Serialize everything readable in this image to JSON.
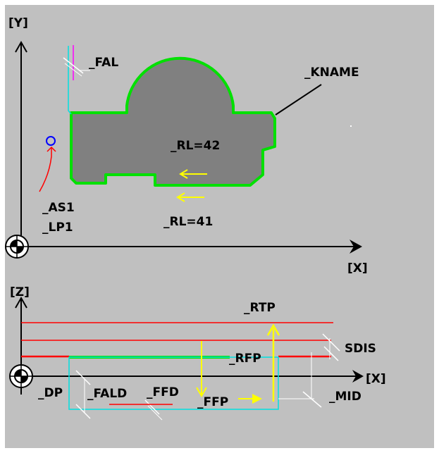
{
  "labels": {
    "y_axis": "[Y]",
    "x_axis_top": "[X]",
    "z_axis": "[Z]",
    "x_axis_bottom": "[X]",
    "fal": "_FAL",
    "kname": "_KNAME",
    "rl42": "_RL=42",
    "rl41": "_RL=41",
    "as1": "_AS1",
    "lp1": "_LP1",
    "rtp": "_RTP",
    "sdis": "SDIS",
    "rfp": "_RFP",
    "dp": "_DP",
    "fald": "_FALD",
    "ffd": "_FFD",
    "ffp": "_FFP",
    "mid": "_MID"
  },
  "colors": {
    "background": "#c0c0c0",
    "workpiece": "#808080",
    "contour": "#00e000",
    "tool_path": "#00e0e0",
    "arrow": "#ffff00",
    "plane_line": "#ff0000",
    "start_point": "#0000ff",
    "side_line": "#ff00ff",
    "border": "#ffffff"
  }
}
